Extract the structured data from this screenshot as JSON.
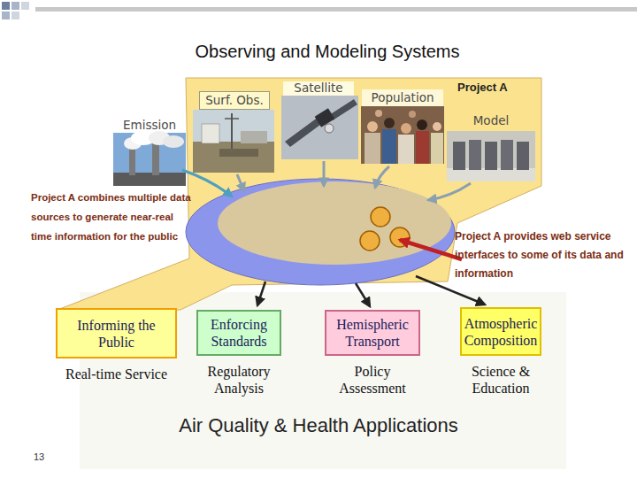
{
  "diagram": {
    "title": "Observing and Modeling Systems",
    "nodes": [
      {
        "text": [
          "Project A"
        ]
      },
      {
        "text": [
          "Surf. Obs."
        ],
        "in": 0
      },
      {
        "text": [
          "Satellite"
        ],
        "in": 0
      },
      {
        "text": [
          "Population"
        ],
        "in": 0
      },
      {
        "text": [
          "Model"
        ],
        "in": 0
      },
      {
        "text": [
          "Emission"
        ]
      },
      {
        "text": [
          "Informing the Public",
          "Real-time Service"
        ]
      },
      {
        "text": [
          "Enforcing Standards",
          "Regulatory Analysis"
        ]
      },
      {
        "text": [
          "Hemispheric Transport",
          "Policy Assessment"
        ]
      },
      {
        "text": [
          "Atmospheric Composition",
          "Science & Education"
        ]
      }
    ],
    "labels": [
      "Project A combines multiple data sources to generate near-real time information for the public",
      "Project A provides web service interfaces to some of its data and information",
      "Air Quality & Health Applications",
      "13"
    ]
  }
}
